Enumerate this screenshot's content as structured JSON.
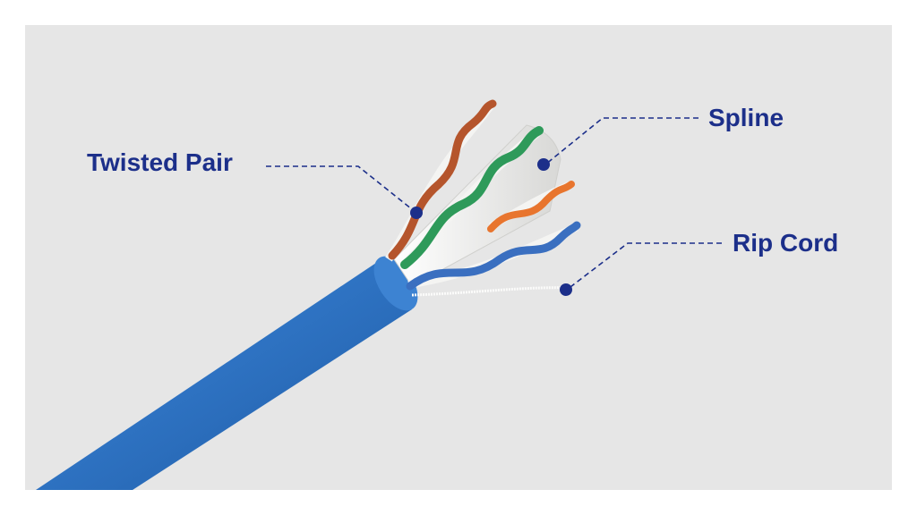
{
  "labels": {
    "twisted_pair": "Twisted Pair",
    "spline": "Spline",
    "rip_cord": "Rip Cord"
  },
  "colors": {
    "background": "#e6e6e6",
    "label_text": "#1c2f8a",
    "leader_line": "#1c2f8a",
    "cable_jacket": "#2f74c4",
    "pair_brown": "#b5552c",
    "pair_green": "#2e9a5a",
    "pair_orange": "#e8752e",
    "pair_blue": "#3a6fc0",
    "spline": "#f2f2f0"
  },
  "icons": [
    "callout-dot"
  ]
}
